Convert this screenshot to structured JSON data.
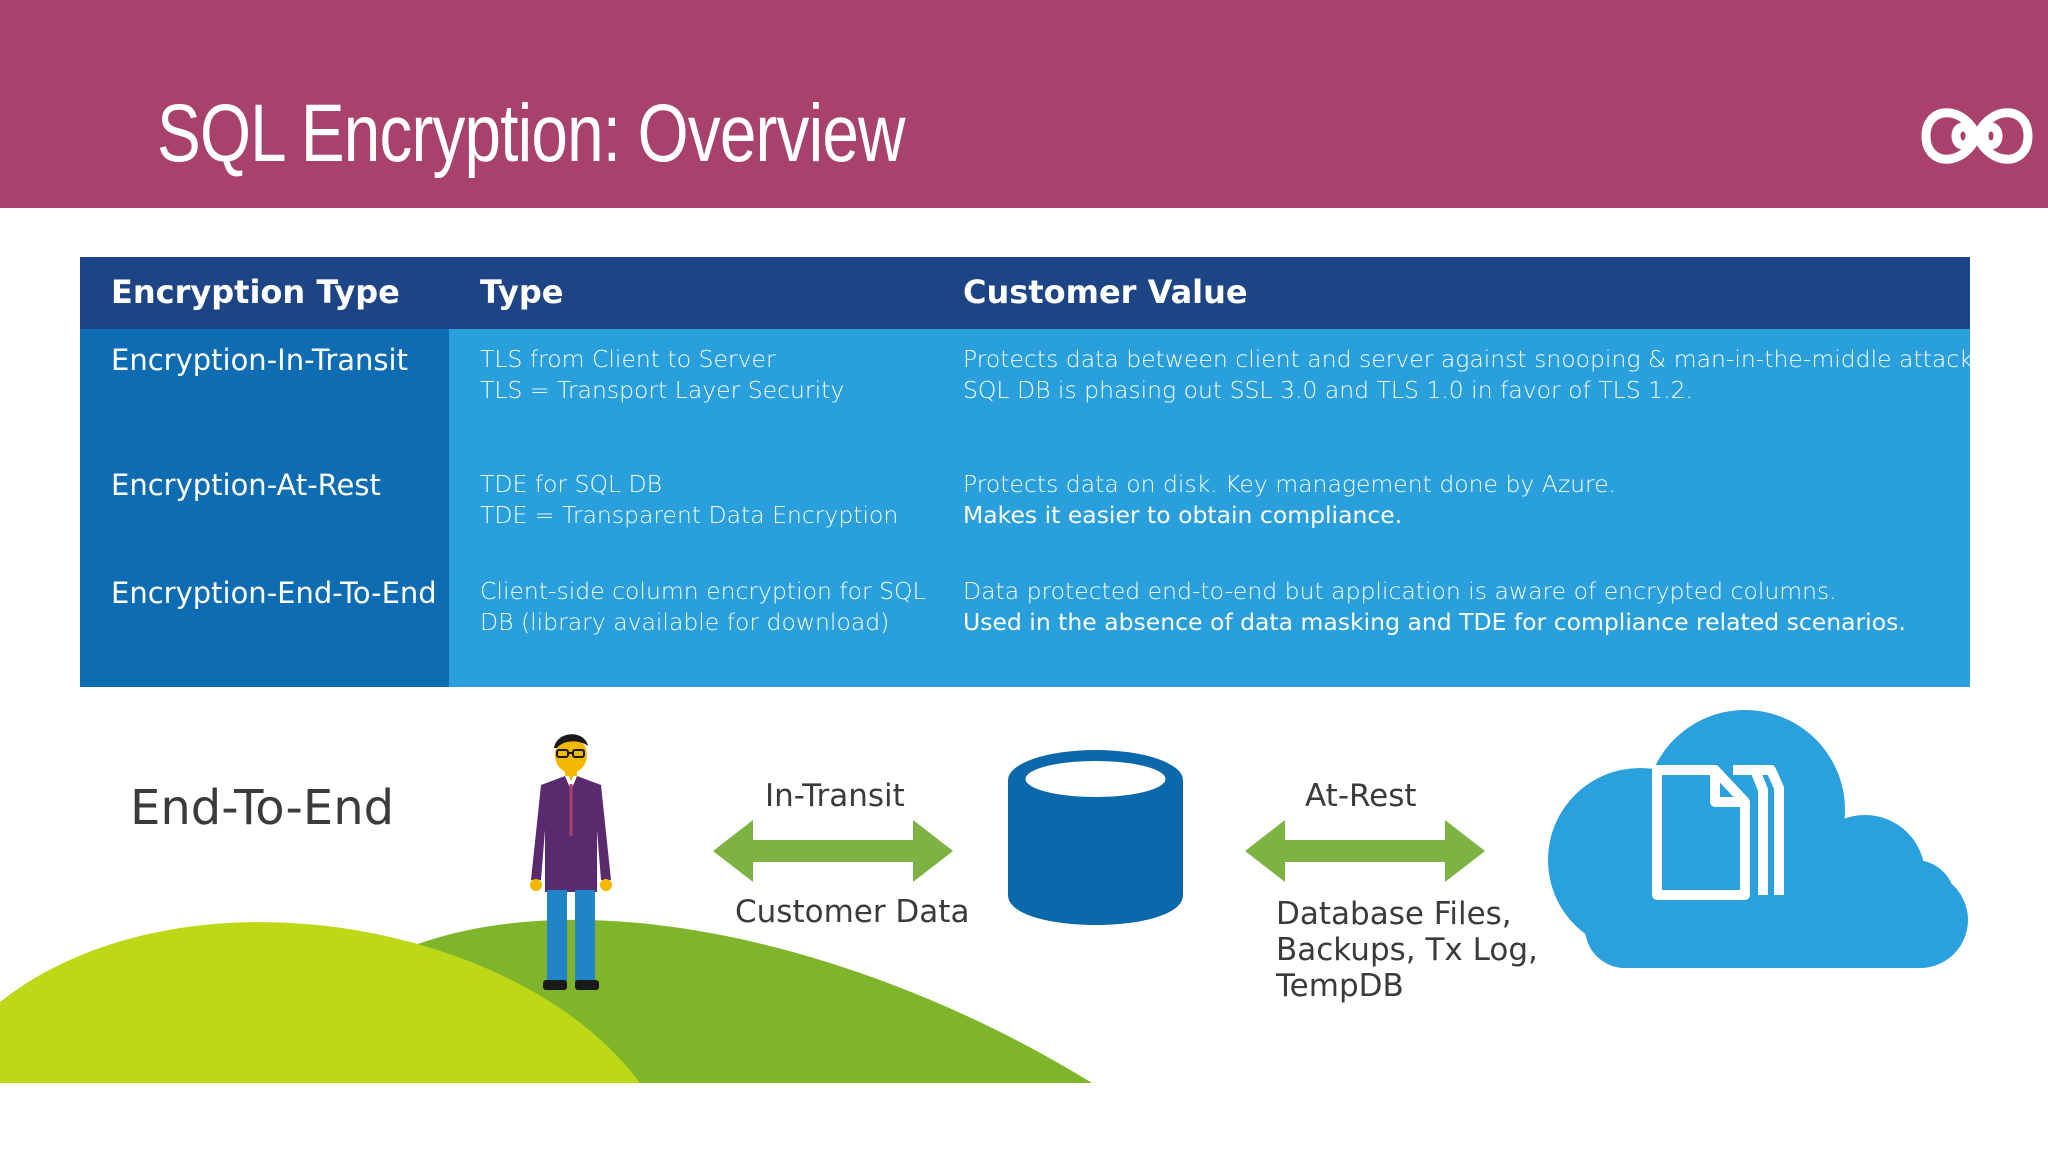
{
  "header": {
    "title": "SQL Encryption: Overview",
    "logo": "infinity-logo-icon",
    "bg_color": "#a8426d"
  },
  "table": {
    "headers": [
      "Encryption Type",
      "Type",
      "Customer Value"
    ],
    "rows": [
      {
        "encryption_type": "Encryption-In-Transit",
        "type_lines": [
          "TLS from Client to Server",
          "TLS = Transport Layer Security"
        ],
        "value_lines": [
          "Protects data between client and server against snooping & man-in-the-middle attacks.",
          "SQL DB is phasing out SSL 3.0 and TLS 1.0 in favor of TLS 1.2."
        ]
      },
      {
        "encryption_type": "Encryption-At-Rest",
        "type_lines": [
          "TDE for SQL DB",
          "TDE = Transparent Data Encryption"
        ],
        "value_lines": [
          "Protects data on disk. Key management done by Azure.",
          "Makes it easier to obtain compliance."
        ]
      },
      {
        "encryption_type": "Encryption-End-To-End",
        "type_lines": [
          "Client-side column encryption for SQL",
          "DB (library available for download)"
        ],
        "value_lines": [
          "Data protected end-to-end but application is aware of encrypted columns.",
          "Used in the absence of data masking and TDE for compliance related scenarios."
        ]
      }
    ],
    "colors": {
      "header": "#1d4484",
      "first_col": "#0d6cb2",
      "body": "#29a0dc"
    }
  },
  "diagram": {
    "e2e_label": "End-To-End",
    "in_transit": {
      "top": "In-Transit",
      "bottom": "Customer Data"
    },
    "at_rest": {
      "top": "At-Rest",
      "bottom_lines": [
        "Database Files,",
        "Backups, Tx Log,",
        "TempDB"
      ]
    },
    "icons": [
      "person-icon",
      "double-arrow-icon",
      "database-icon",
      "cloud-files-icon"
    ],
    "colors": {
      "arrow": "#7cb342",
      "db": "#0a68ab",
      "cloud": "#2aa0dc",
      "hill_light": "#bcd816",
      "hill_dark": "#7eb52b"
    }
  }
}
